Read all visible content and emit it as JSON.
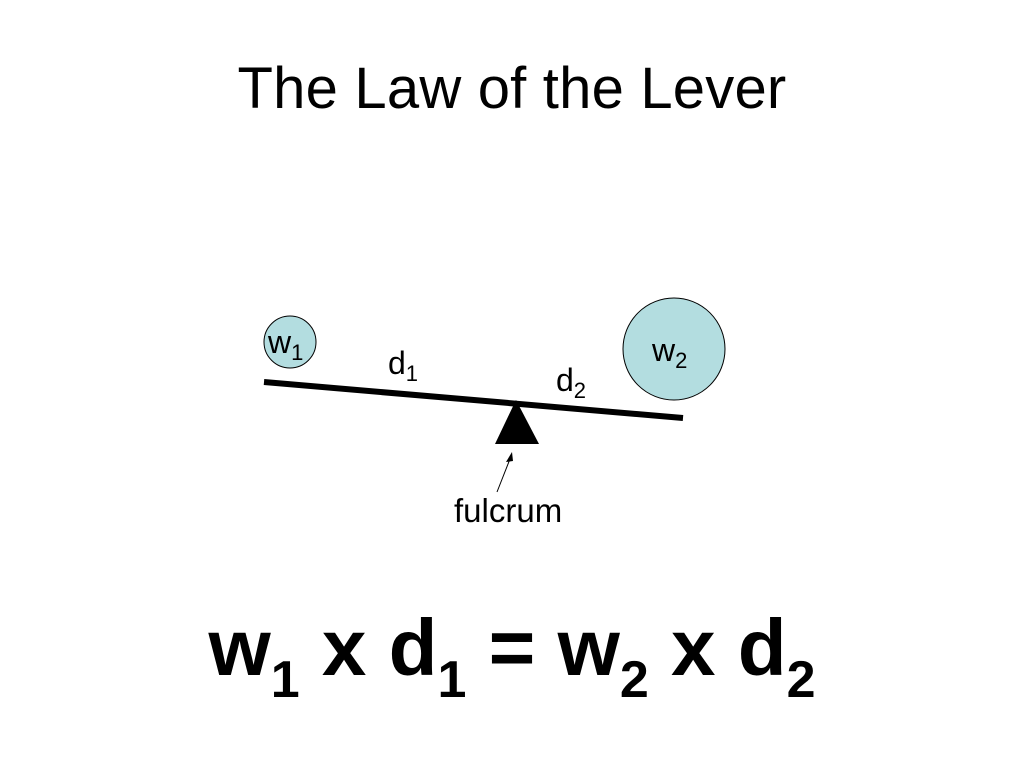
{
  "title": "The Law of the Lever",
  "diagram": {
    "weight_1": {
      "base": "w",
      "sub": "1"
    },
    "weight_2": {
      "base": "w",
      "sub": "2"
    },
    "distance_1": {
      "base": "d",
      "sub": "1"
    },
    "distance_2": {
      "base": "d",
      "sub": "2"
    },
    "fulcrum_label": "fulcrum",
    "weight_fill_color": "#b3dde0",
    "line_color": "#000000"
  },
  "formula": {
    "w1": {
      "base": "w",
      "sub": "1"
    },
    "times_1": "x",
    "d1": {
      "base": "d",
      "sub": "1"
    },
    "equals": "=",
    "w2": {
      "base": "w",
      "sub": "2"
    },
    "times_2": "x",
    "d2": {
      "base": "d",
      "sub": "2"
    }
  }
}
